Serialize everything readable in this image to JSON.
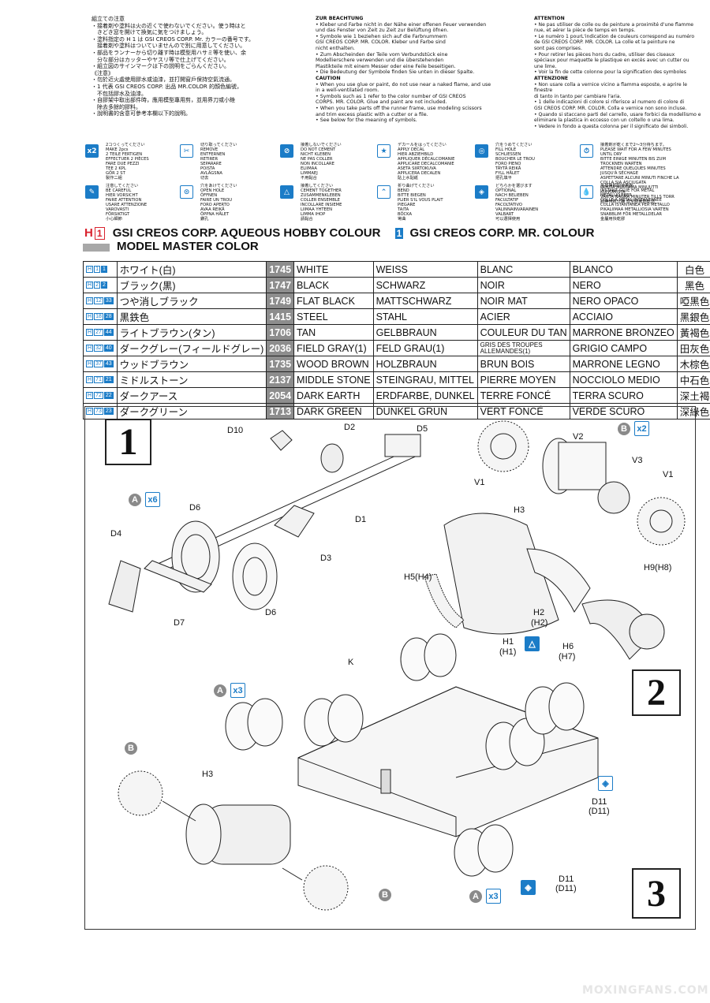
{
  "notes_jp": {
    "title": "組立ての注意",
    "lines": [
      "・接着剤や塗料は火の近くで使わないでください。使う時はと",
      "　きどき窓を開けて換気に気をつけましょう。",
      "・塗料指定の H 1 は GSI CREOS CORP. Mr. カラーの番号です。",
      "　接着剤や塗料はついていませんので別に用意してください。",
      "・部品をランナーから切り離す時は模型用ハサミ等を使い、余",
      "　分な部分はカッターやヤスリ等で仕上げてください。",
      "・組立図のサインマークは下の説明をごらんください。"
    ],
    "zh_title": "《注意》",
    "zh_lines": [
      "・勿於近火處使用膠水或油漆，並打開窗戶保持空氣流通。",
      "・1 代表 GSI CREOS CORP. 出品 MR.COLOR 的顏色編號，",
      "　不包括膠水及油漆。",
      "・自膠架中取出部件時，應用模型專用剪，並用界刀或小銼",
      "　除去多餘的膠料。",
      "・說明書的含意可參考本欄以下的說明。"
    ]
  },
  "notes_de": {
    "title": "ZUR BEACHTUNG",
    "lines": [
      "• Kleber und Farbe nicht in der Nähe einer offenen Feuer verwenden",
      "  und das Fenster von Zeit zu Zeit zur Belüftung öfnen.",
      "• Symbole wie 1 beziehen sich auf die Farbnummern",
      "  GSI CREOS CORP. MR. COLOR. Kleber und Farbe sind",
      "  nicht enthalten.",
      "• Zum Abscheinden der Teile vom Verbundstück eine",
      "  Modellierschere verwenden und die überstehenden",
      "  Plastikteile mit einem Messer oder eine Feile beseitigen.",
      "• Die Bedeutung der Symbole finden Sie unten in dieser Spalte."
    ],
    "caution_title": "CAUTION",
    "caution_lines": [
      "• When you use glue or paint, do not use near a naked flame, and use",
      "  in a well-ventilated room.",
      "• Symbols such as 1 refer to the color number of GSI CREOS",
      "  CORPS. MR. COLOR. Glue and paint are not included.",
      "• When you take parts off the runner frame, use modeling scissors",
      "  and trim excess plastic with a cutter or a file.",
      "• See below for the meaning of symbols."
    ]
  },
  "notes_fr": {
    "title": "ATTENTION",
    "lines": [
      "• Ne pas utiliser de colle ou de peinture a proximité d'une flamme",
      "  nue, et aérer la pièce de temps en temps.",
      "• Le numéro 1 pourL'indication de couleurs correspond au numéro",
      "  de GSI CREOS CORP. MR. COLOR. La colle et la peinture ne",
      "  sont pas comprises.",
      "• Pour retirer les pièces hors du cadre, utiliser des ciseaux",
      "  spéciaux pour maquette le plastique en excès avec un cutter ou",
      "  une lime.",
      "• Voir la fin de cette colonne pour la signification des symboles"
    ],
    "it_title": "ATTENZIONE",
    "it_lines": [
      "• Non usare colla a vernice vicino a flamma esposte, e aprire le finestre",
      "  di tanto in tanto per cambiare l'aria.",
      "• 1 delle indicazioni di colore si riferisce al numero di colore di",
      "  GSI CREOS CORP. MR. COLOR. Colla e vernice non sono incluse.",
      "• Quando si staccano parti del carrello, usare forbici da modellismo e",
      "  eliminare la plastica in eccesso con un coltello o una lima.",
      "• Vedere in fondo a questa colonna per il significato dei simboli."
    ]
  },
  "symbols": [
    {
      "glyph": "x2",
      "jp": "2コつくってください",
      "lines": [
        "MAKE 2pcs",
        "2 TEILE FERTIGEN",
        "EFFECTUER 2 PIÈCES",
        "FARE DUE PEZZI",
        "TEE 2 KPL",
        "GÖR 2 ST",
        "製作二組"
      ]
    },
    {
      "glyph": "✂",
      "jp": "切り取ってください",
      "lines": [
        "REMOVE",
        "ENTFERNEN",
        "RETIRER",
        "SEPARARE",
        "POISTA",
        "AVLÄGSNA",
        "切去"
      ]
    },
    {
      "glyph": "⊘",
      "jp": "接着しないでください",
      "lines": [
        "DO NOT CEMENT",
        "NICHT KLEBEN",
        "NE PAS COLLER",
        "NON INCOLLARE",
        "ELIIMAA",
        "LIMMAEJ",
        "不用黏合"
      ]
    },
    {
      "glyph": "★",
      "jp": "デカールをはってください",
      "lines": [
        "APPLY DECAL",
        "HIER ABZIEHBILD",
        "APPLIQUER DÉCALCOMANIE",
        "APPLICARE DECALCOMANIE",
        "ASETA SIIRTOKUVA",
        "APPLICERA DECALEN",
        "貼上水貼紙"
      ]
    },
    {
      "glyph": "◎",
      "jp": "穴をうめてください",
      "lines": [
        "FILL HOLE",
        "SCHLIESSEN",
        "BOUCHER LE TROU",
        "FORO PIENO",
        "TÄYTÄ REIKÄ",
        "FYLL HÅLET",
        "把孔填平"
      ]
    },
    {
      "glyph": "⏱",
      "jp": "接着剤が乾くまで2～3分待ちます。",
      "lines": [
        "PLEASE WAIT FOR A FEW MINUTES UNTIL DRY",
        "BITTE EINIGE MINUTEN BIS ZUM TROCKNEN WARTEN",
        "ATTENDRE QUELQUES MINUTES JUSQU'À SÉCHAGE",
        "ASPETTARE ALCUNI MINUTI FINCHE LA COLLA SIA ASCIUGATA",
        "ODOTA MUUTAMA MINUUTTI KUIVUMISTA",
        "VÄNTA NÅGRA MINUTER TILLS TORR",
        "請等待數分鐘 直至膠著劑乾透"
      ]
    },
    {
      "glyph": "✎",
      "jp": "注意してください",
      "lines": [
        "BE CAREFUL",
        "HIER VORSICHT",
        "FAIRE ATTENTION",
        "USARE ATTENZIONE",
        "VAROVASTI",
        "FÖRSIKTIGT",
        "小心細節"
      ]
    },
    {
      "glyph": "⊙",
      "jp": "穴をあけてください",
      "lines": [
        "OPEN HOLE",
        "ÖFFNEN",
        "FAIRE UN TROU",
        "FORO APERTO",
        "AVAA REIKÄ",
        "ÖPPNA HÅLET",
        "鑽孔"
      ]
    },
    {
      "glyph": "△",
      "jp": "接着してください",
      "lines": [
        "CEMENT TOGETHER",
        "ZUSAMMENKLEBEN",
        "COLLER ENSEMBLE",
        "INCOLLARE INSIEME",
        "LIIMAA YHTEEN",
        "LIMMA IHOP",
        "請黏合"
      ]
    },
    {
      "glyph": "⌃",
      "jp": "折り曲げてください",
      "lines": [
        "BEND",
        "BITTE BIEGEN",
        "PLIER S'IL VOUS PLAIT",
        "PIEGARE",
        "TAITA",
        "BÖCKA",
        "彎曲"
      ]
    },
    {
      "glyph": "◈",
      "jp": "どちらかを選びます",
      "lines": [
        "OPTIONAL",
        "NACH BELIEBEN",
        "FACULTATIF",
        "FACOLTATIVO",
        "VALINNAINVARAINEN",
        "VALBART",
        "可以選擇使用"
      ]
    },
    {
      "glyph": "💧",
      "jp": "金属用瞬間接着剤",
      "lines": [
        "INSTANT GLUE FOR METAL",
        "METALLKLEBER",
        "COLLE A METAL INSTANTANEE",
        "COLLA ISTANTANEA PER METALLO",
        "PIKALIIMAA METALLIOSIA VARTEN",
        "SNABBLIM FÖR METALLDELAR",
        "金屬用快乾膠"
      ]
    }
  ],
  "headline": {
    "h_chip": "H",
    "h_num": "1",
    "left_text": "GSI CREOS CORP. AQUEOUS HOBBY COLOUR",
    "right_num": "1",
    "right_text": "GSI CREOS CORP. MR. COLOUR",
    "sub_text": "MODEL MASTER COLOR"
  },
  "colors_table": [
    {
      "h": "1",
      "mr": "1",
      "jp": "ホワイト(白)",
      "code": "1745",
      "en": "WHITE",
      "de": "WEISS",
      "fr": "BLANC",
      "it": "BLANCO",
      "zh": "白色"
    },
    {
      "h": "2",
      "mr": "2",
      "jp": "ブラック(黒)",
      "code": "1747",
      "en": "BLACK",
      "de": "SCHWARZ",
      "fr": "NOIR",
      "it": "NERO",
      "zh": "黑色"
    },
    {
      "h": "12",
      "mr": "33",
      "jp": "つや消しブラック",
      "code": "1749",
      "en": "FLAT BLACK",
      "de": "MATTSCHWARZ",
      "fr": "NOIR MAT",
      "it": "NERO OPACO",
      "zh": "啞黑色"
    },
    {
      "h": "18",
      "mr": "28",
      "jp": "黒鉄色",
      "code": "1415",
      "en": "STEEL",
      "de": "STAHL",
      "fr": "ACIER",
      "it": "ACCIAIO",
      "zh": "黑銀色"
    },
    {
      "h": "27",
      "mr": "44",
      "jp": "ライトブラウン(タン)",
      "code": "1706",
      "en": "TAN",
      "de": "GELBBRAUN",
      "fr": "COULEUR DU TAN",
      "it": "MARRONE BRONZEO",
      "zh": "黃褐色"
    },
    {
      "h": "32",
      "mr": "40",
      "jp": "ダークグレー(フィールドグレー)",
      "code": "2036",
      "en": "FIELD GRAY(1)",
      "de": "FELD GRAU(1)",
      "fr": "GRIS DES TROUPES ALLEMANDES(1)",
      "it": "GRIGIO CAMPO",
      "zh": "田灰色"
    },
    {
      "h": "37",
      "mr": "43",
      "jp": "ウッドブラウン",
      "code": "1735",
      "en": "WOOD BROWN",
      "de": "HOLZBRAUN",
      "fr": "BRUN BOIS",
      "it": "MARRONE LEGNO",
      "zh": "木棕色"
    },
    {
      "h": "71",
      "mr": "21",
      "jp": "ミドルストーン",
      "code": "2137",
      "en": "MIDDLE STONE",
      "de": "STEINGRAU, MITTEL",
      "fr": "PIERRE MOYEN",
      "it": "NOCCIOLO MEDIO",
      "zh": "中石色"
    },
    {
      "h": "72",
      "mr": "22",
      "jp": "ダークアース",
      "code": "2054",
      "en": "DARK EARTH",
      "de": "ERDFARBE, DUNKEL",
      "fr": "TERRE FONCÉ",
      "it": "TERRA SCURO",
      "zh": "深土褐"
    },
    {
      "h": "73",
      "mr": "23",
      "jp": "ダークグリーン",
      "code": "1713",
      "en": "DARK GREEN",
      "de": "DUNKEL GRÜN",
      "fr": "VERT FONCÉ",
      "it": "VERDE SCURO",
      "zh": "深綠色"
    }
  ],
  "steps": {
    "s1": "1",
    "s2": "2",
    "s3": "3"
  },
  "parts": {
    "d10": "D10",
    "d2": "D2",
    "d5": "D5",
    "d6a": "D6",
    "d1": "D1",
    "d4": "D4",
    "d3": "D3",
    "d7": "D7",
    "d6b": "D6",
    "v2": "V2",
    "v1a": "V1",
    "v3": "V3",
    "v1b": "V1",
    "h3a": "H3",
    "h9": "H9(H8)",
    "h5": "H5(H4)",
    "h2": "H2",
    "h2p": "(H2)",
    "h1": "H1",
    "h1p": "(H1)",
    "h6": "H6",
    "h7": "(H7)",
    "k": "K",
    "h3b": "H3",
    "d11a": "D11",
    "d11ap": "(D11)",
    "d11b": "D11",
    "d11bp": "(D11)"
  },
  "callouts": {
    "a1": "A",
    "a1x": "x6",
    "b1": "B",
    "b1x": "x2",
    "a2": "A",
    "a2x": "x3",
    "b2": "B",
    "b3": "B",
    "a3": "A",
    "a3x": "x3"
  },
  "watermark": "MOXINGFANS.COM"
}
